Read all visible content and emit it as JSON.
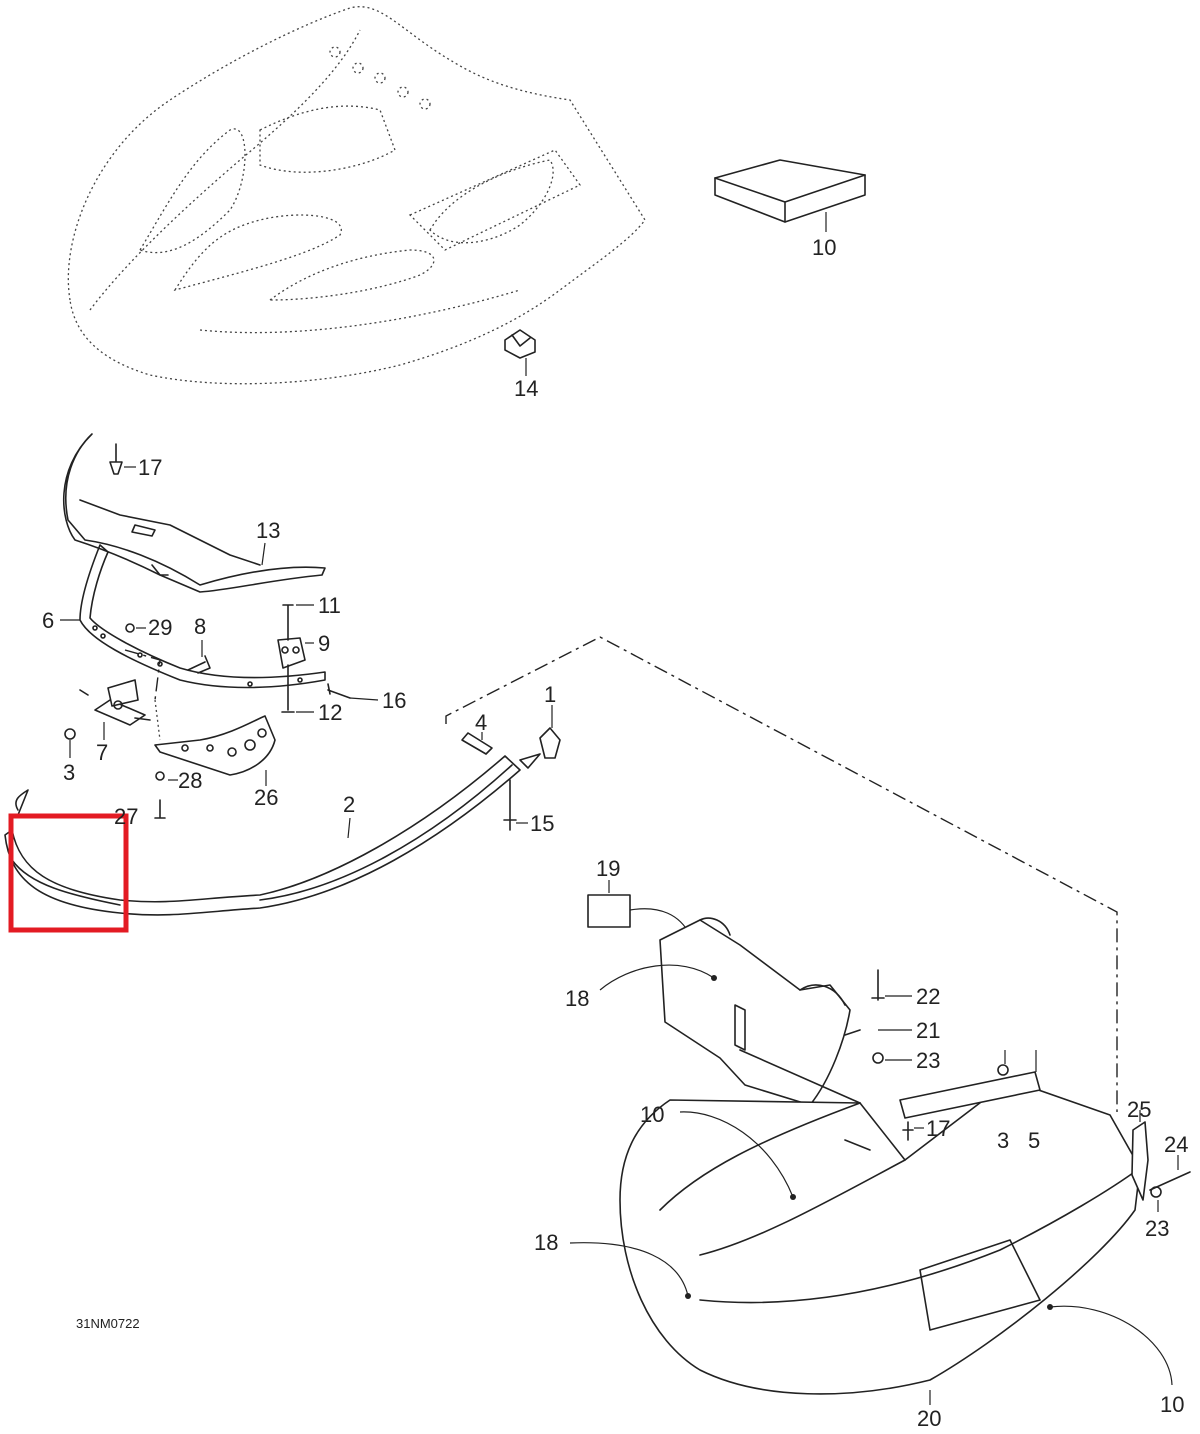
{
  "drawing_code": "31NM0722",
  "callouts": {
    "c10a": "10",
    "c14": "14",
    "c17a": "17",
    "c13": "13",
    "c6": "6",
    "c11": "11",
    "c29": "29",
    "c8": "8",
    "c9": "9",
    "c16": "16",
    "c12": "12",
    "c3a": "3",
    "c7": "7",
    "c28": "28",
    "c26": "26",
    "c1": "1",
    "c4": "4",
    "c27": "27",
    "c2": "2",
    "c15": "15",
    "c19": "19",
    "c22": "22",
    "c18a": "18",
    "c21": "21",
    "c23a": "23",
    "c10b": "10",
    "c25": "25",
    "c3b": "3",
    "c5": "5",
    "c24": "24",
    "c17b": "17",
    "c23b": "23",
    "c18b": "18",
    "c10c": "10",
    "c20": "20"
  },
  "colors": {
    "highlight": "#e31b23",
    "line": "#222222"
  }
}
